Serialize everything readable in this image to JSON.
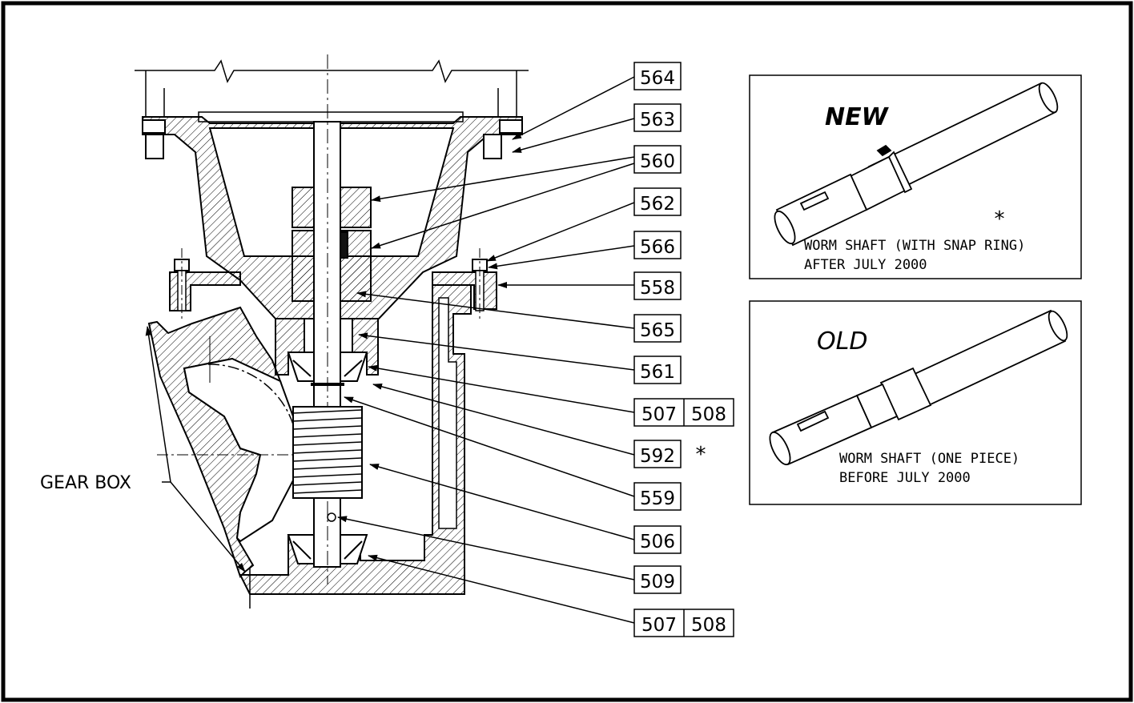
{
  "callouts": [
    {
      "id": "564",
      "labels": [
        "564"
      ]
    },
    {
      "id": "563",
      "labels": [
        "563"
      ]
    },
    {
      "id": "560",
      "labels": [
        "560"
      ]
    },
    {
      "id": "562",
      "labels": [
        "562"
      ]
    },
    {
      "id": "566",
      "labels": [
        "566"
      ]
    },
    {
      "id": "558",
      "labels": [
        "558"
      ]
    },
    {
      "id": "565",
      "labels": [
        "565"
      ]
    },
    {
      "id": "561",
      "labels": [
        "561"
      ]
    },
    {
      "id": "507-508-upper",
      "labels": [
        "507",
        "508"
      ]
    },
    {
      "id": "592",
      "labels": [
        "592"
      ],
      "mark": "*"
    },
    {
      "id": "559",
      "labels": [
        "559"
      ]
    },
    {
      "id": "506",
      "labels": [
        "506"
      ]
    },
    {
      "id": "509",
      "labels": [
        "509"
      ]
    },
    {
      "id": "507-508-lower",
      "labels": [
        "507",
        "508"
      ]
    }
  ],
  "gear_box_label": "GEAR BOX",
  "new_panel": {
    "title": "NEW",
    "mark": "*",
    "line1": "WORM SHAFT (WITH SNAP RING)",
    "line2": "AFTER JULY 2000"
  },
  "old_panel": {
    "title": "OLD",
    "line1": "WORM SHAFT (ONE PIECE)",
    "line2": "BEFORE JULY 2000"
  },
  "colors": {
    "ink": "#000000",
    "paper": "#ffffff"
  }
}
